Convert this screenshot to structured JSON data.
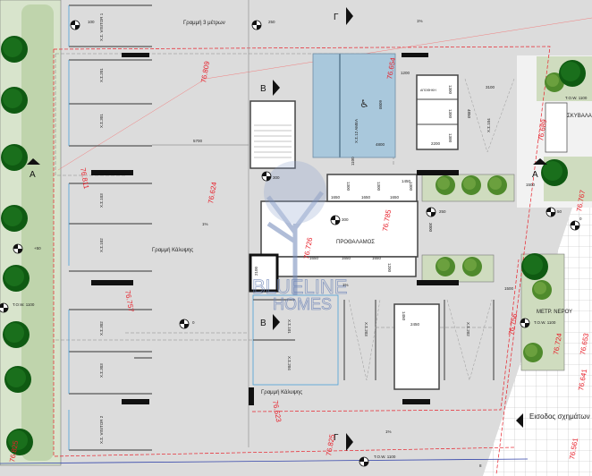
{
  "plan": {
    "notes": {
      "line_3m": "Γραμμή 3 μέτρων",
      "coverage_line_1": "Γραμμή Κάλυψης",
      "coverage_line_2": "Γραμμή Κάλυψης",
      "lobby": "ΠΡΟΘΑΛΑΜΟΣ",
      "refuse": "ΣΚΥΒΑΛΑ",
      "water_meter": "ΜΕΤΡ. ΝΕΡΟΥ",
      "entrance": "Εισοδος σχημάτων",
      "watermark_1": "BLUELINE",
      "watermark_2": "HOMES"
    },
    "sections": {
      "a_left": "A",
      "a_right": "A",
      "b_top": "B",
      "b_bottom": "B",
      "g_top": "Γ",
      "g_bottom": "Γ"
    },
    "parking": {
      "visitor1": "Χ.Σ. VISITOR 1",
      "ps201": "Χ.Σ.201",
      "ps301": "Χ.Σ.301",
      "ps103": "Χ.Σ.103",
      "ps102": "Χ.Σ.102",
      "ps302": "Χ.Σ.302",
      "ps303": "Χ.Σ.303",
      "visitor2": "Χ.Σ. VISITOR 2",
      "ps101": "Χ.Σ.101",
      "ps204": "Χ.Σ.204",
      "ps12": "Χ.Σ.12 ΑΜΕΑ",
      "ps104": "Χ.Σ.104",
      "ps203": "Χ.Σ.203",
      "ps202": "Χ.Σ.202"
    },
    "storage_label": "ΑΠΟΘΗΚΗ",
    "levels": {
      "l1": "76.809",
      "l2": "76.654",
      "l3": "76.689",
      "l4": "76.811",
      "l5": "76.624",
      "l6": "76.785",
      "l7": "76.767",
      "l8": "76.726",
      "l9": "76.757",
      "l10": "76.623",
      "l11": "76.756",
      "l12": "76.724",
      "l13": "76.653",
      "l14": "76.641",
      "l15": "76.825",
      "l16": "76.561",
      "l17": "76.825"
    },
    "tow": {
      "t1": "T.O.W. 1100",
      "t2": "T.O.W. 1100",
      "t3": "T.O.W. 1100",
      "t4": "T.O.W. 1100"
    },
    "spot_heights": {
      "h1": "100",
      "h2": "250",
      "h3": "300",
      "h4": "300",
      "h5": "250",
      "h6": "50",
      "h7": "0",
      "h8": "+50",
      "h9": "0",
      "h10": "8"
    },
    "slopes": {
      "s1": "1%",
      "s2": "1%",
      "s3": "1%",
      "s4": "1%"
    },
    "dims": {
      "d5700": "5700",
      "d1200": "1200",
      "d3100": "3100",
      "d6000": "6000",
      "d4800": "4800",
      "d1300a": "1300",
      "d1300b": "1300",
      "d1300c": "1300",
      "d2200": "2200",
      "d4850": "4850",
      "d1100": "1100",
      "d1500a": "1500",
      "d1650a": "1650",
      "d1650b": "1650",
      "d1650c": "1650",
      "d1450": "1450",
      "d1300d": "1300",
      "d1300e": "1300",
      "d1300f": "1300",
      "d3000": "3000",
      "d2100": "2100",
      "d1650d": "1650",
      "d1650e": "1650",
      "d1650f": "1650",
      "d1200b": "1200",
      "d1500b": "1500",
      "d1450b": "1450",
      "d2450": "2450"
    },
    "colors": {
      "level_red": "#e8202a",
      "accessible_blue": "#a9c8dc",
      "planting_green": "#cfdcbf",
      "tree_dark": "#0f5a12"
    }
  }
}
